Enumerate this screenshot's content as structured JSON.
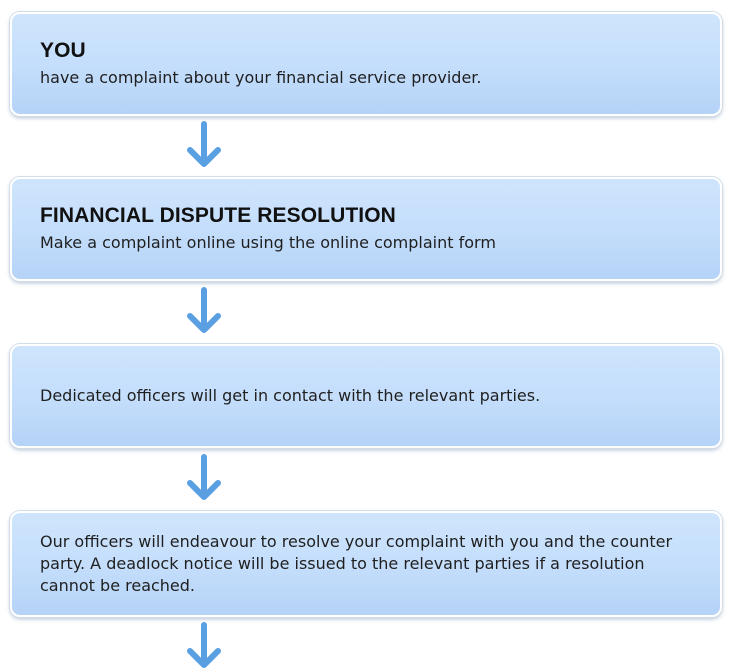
{
  "steps": [
    {
      "title": "YOU",
      "text": "have a complaint about your financial service provider."
    },
    {
      "title": "FINANCIAL DISPUTE RESOLUTION",
      "text": "Make a complaint online using the online complaint form"
    },
    {
      "text": "Dedicated officers will get in contact with the relevant parties."
    },
    {
      "text": "Our officers will endeavour to resolve your complaint with you and the counter party. A deadlock notice will be issued to the relevant parties if a resolution cannot be reached."
    }
  ],
  "colors": {
    "box_fill": "#c3ddfb",
    "arrow": "#5b9fe3",
    "title_text": "#111111",
    "body_text": "#1f1f1f"
  },
  "icons": {
    "connector": "arrow-down-icon"
  }
}
